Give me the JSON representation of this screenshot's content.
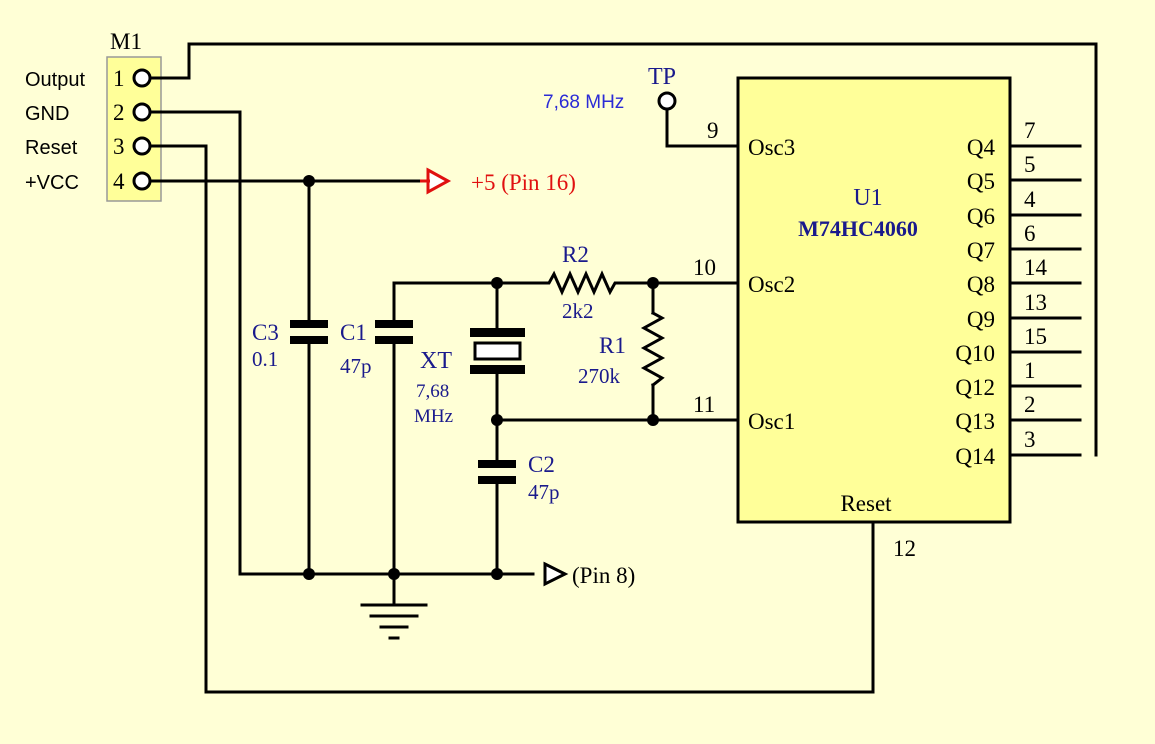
{
  "connector": {
    "name": "M1",
    "pins": [
      {
        "label": "Output",
        "num": "1"
      },
      {
        "label": "GND",
        "num": "2"
      },
      {
        "label": "Reset",
        "num": "3"
      },
      {
        "label": "+VCC",
        "num": "4"
      }
    ]
  },
  "test_point": {
    "name": "TP",
    "freq": "7,68 MHz"
  },
  "ic": {
    "name": "U1",
    "part": "M74HC4060",
    "inputs": [
      {
        "label": "Osc3",
        "pin": "9"
      },
      {
        "label": "Osc2",
        "pin": "10"
      },
      {
        "label": "Osc1",
        "pin": "11"
      }
    ],
    "outputs": [
      {
        "label": "Q4",
        "pin": "7"
      },
      {
        "label": "Q5",
        "pin": "5"
      },
      {
        "label": "Q6",
        "pin": "4"
      },
      {
        "label": "Q7",
        "pin": "6"
      },
      {
        "label": "Q8",
        "pin": "14"
      },
      {
        "label": "Q9",
        "pin": "13"
      },
      {
        "label": "Q10",
        "pin": "15"
      },
      {
        "label": "Q12",
        "pin": "1"
      },
      {
        "label": "Q13",
        "pin": "2"
      },
      {
        "label": "Q14",
        "pin": "3"
      }
    ],
    "reset": {
      "label": "Reset",
      "pin": "12"
    }
  },
  "power": {
    "label": "+5 (Pin 16)"
  },
  "ground_ref": {
    "label": "(Pin 8)"
  },
  "components": {
    "c3": {
      "name": "C3",
      "value": "0.1"
    },
    "c1": {
      "name": "C1",
      "value": "47p"
    },
    "c2": {
      "name": "C2",
      "value": "47p"
    },
    "xt": {
      "name": "XT",
      "freq": "7,68",
      "unit": "MHz"
    },
    "r2": {
      "name": "R2",
      "value": "2k2"
    },
    "r1": {
      "name": "R1",
      "value": "270k"
    }
  },
  "colors": {
    "background": "#ffffd6",
    "ic_fill": "#ffff99",
    "connector_fill": "#ffff99",
    "label_navy": "#1a1a8c",
    "label_blue": "#2b2bd6",
    "power_red": "#e01010"
  }
}
